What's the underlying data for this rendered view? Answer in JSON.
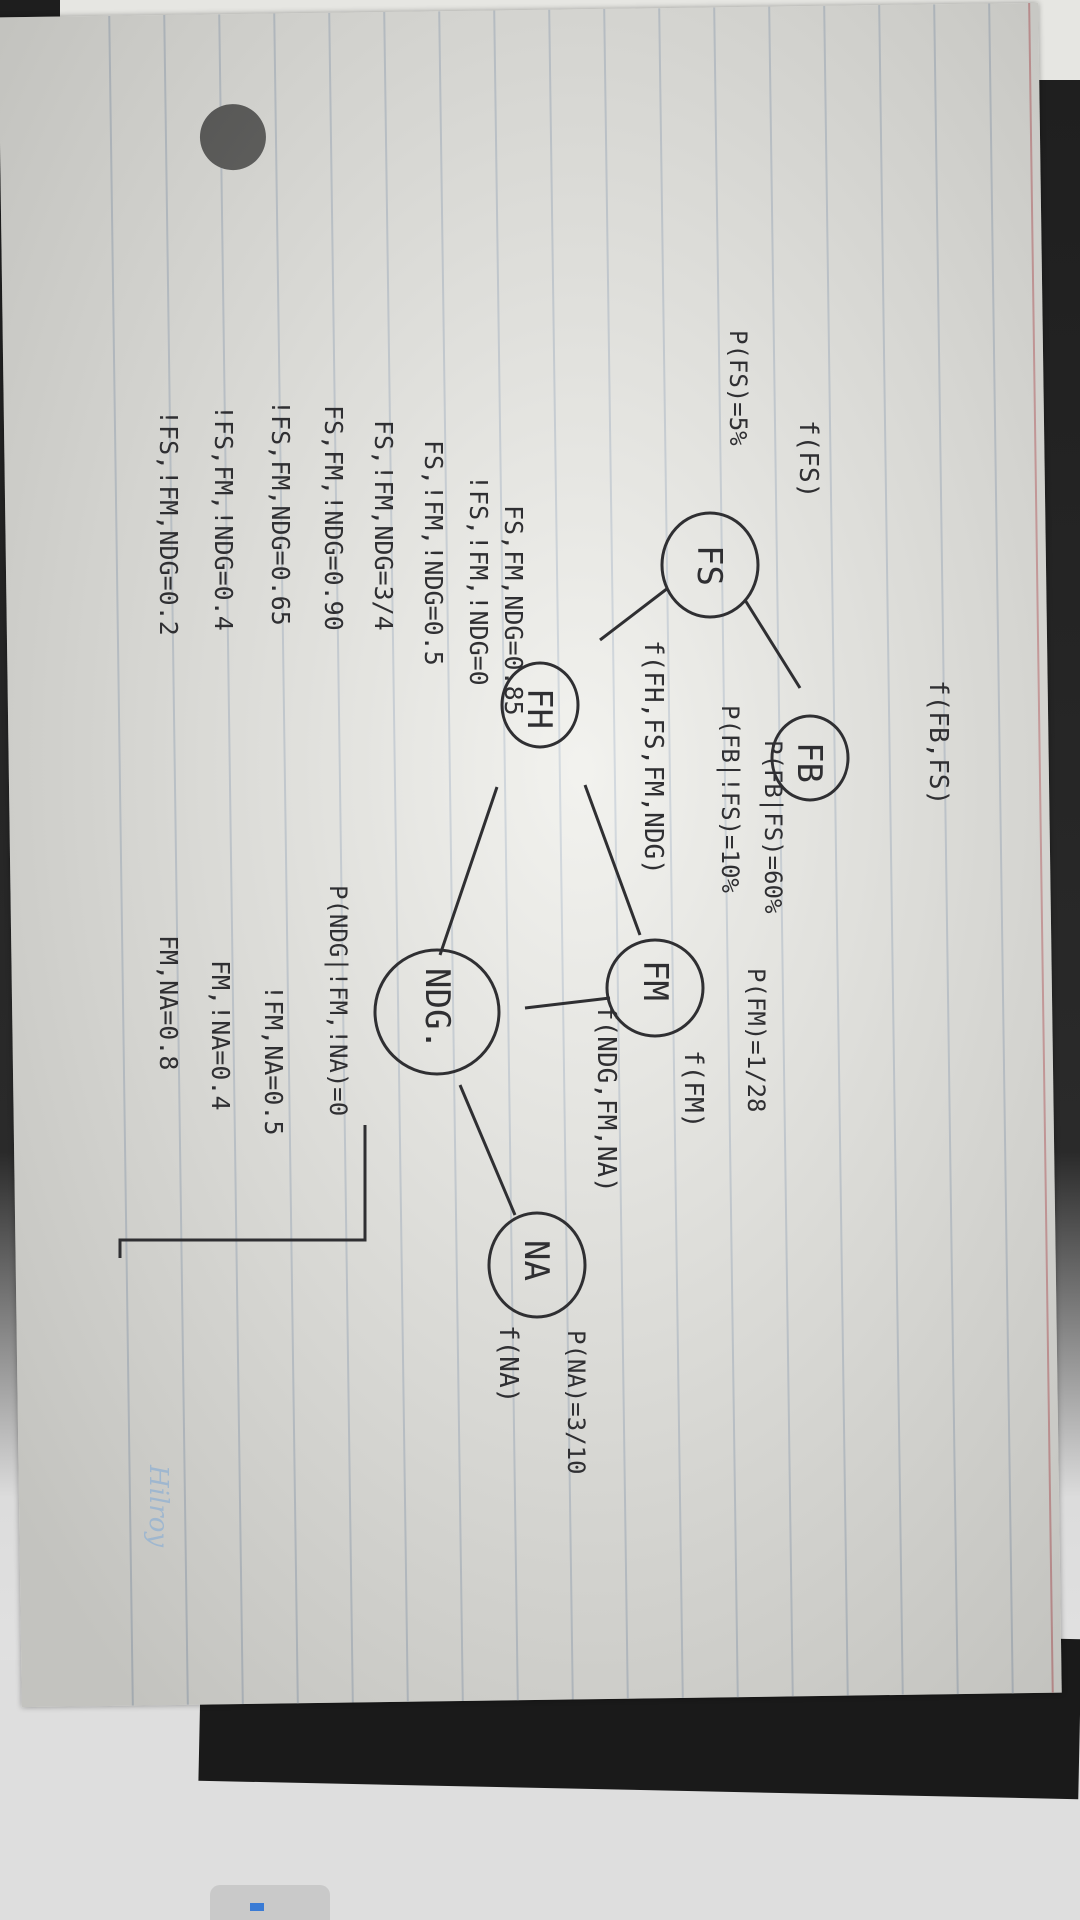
{
  "photo": {
    "description_tag": "",
    "nodes": [
      {
        "id": "FS",
        "label": "FS"
      },
      {
        "id": "FB",
        "label": "FB"
      },
      {
        "id": "FH",
        "label": "FH"
      },
      {
        "id": "FM",
        "label": "FM"
      },
      {
        "id": "NDG",
        "label": "NDG."
      },
      {
        "id": "NA",
        "label": "NA"
      }
    ],
    "factors": {
      "fs": "f(FS)",
      "fb_fs": "f(FB,FS)",
      "fh": "f(FH,FS,FM,NDG)",
      "fm": "f(FM)",
      "ndg": "f(NDG,FM,NA)",
      "na": "f(NA)"
    },
    "probs": {
      "p_fs": "P(FS)=5%",
      "p_fb_given_fs": "P(FB|FS)=60%",
      "p_fb_given_not_fs": "P(FB|!FS)=10%",
      "p_fm": "P(FM)=1/28",
      "p_na": "P(NA)=3/10",
      "p_ndg_cond": "P(NDG|!FM,!NA)=0"
    },
    "fh_table": [
      "FS,FM,NDG=0.85",
      "!FS,!FM,!NDG=0",
      "FS,!FM,!NDG=0.5",
      "FS,!FM,NDG=3/4",
      "FS,FM,!NDG=0.90",
      "!FS,FM,NDG=0.65",
      "!FS,FM,!NDG=0.4",
      "!FS,!FM,NDG=0.2"
    ],
    "ndg_table": [
      "!FM,NA=0.5",
      "FM,!NA=0.4",
      "FM,NA=0.8"
    ],
    "stamp": "Hilroy"
  }
}
